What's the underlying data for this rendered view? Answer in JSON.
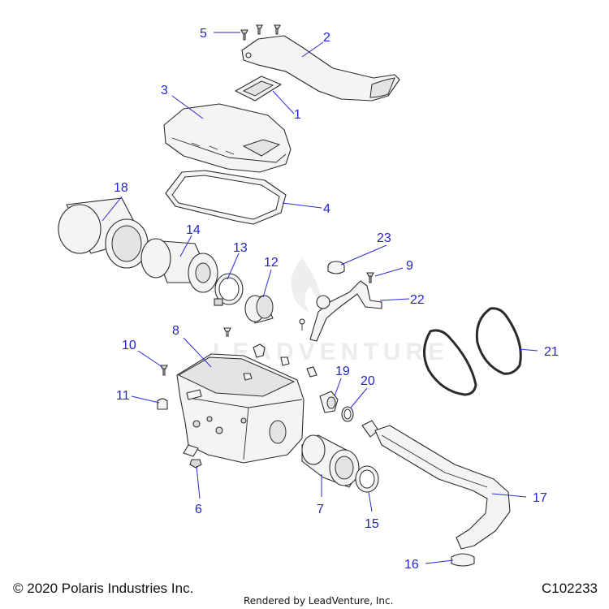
{
  "diagram": {
    "watermark": "LEADVENTURE",
    "callouts": [
      "1",
      "2",
      "3",
      "4",
      "5",
      "6",
      "7",
      "8",
      "9",
      "10",
      "11",
      "12",
      "13",
      "14",
      "15",
      "16",
      "17",
      "18",
      "19",
      "20",
      "21",
      "22",
      "23"
    ]
  },
  "footer": {
    "copyright": "© 2020 Polaris Industries Inc.",
    "rendered_by": "Rendered by LeadVenture, Inc.",
    "drawing_id": "C102233"
  },
  "colors": {
    "callout": "#2424d0",
    "line": "#2b2b2b",
    "part_fill": "#f4f4f4"
  }
}
